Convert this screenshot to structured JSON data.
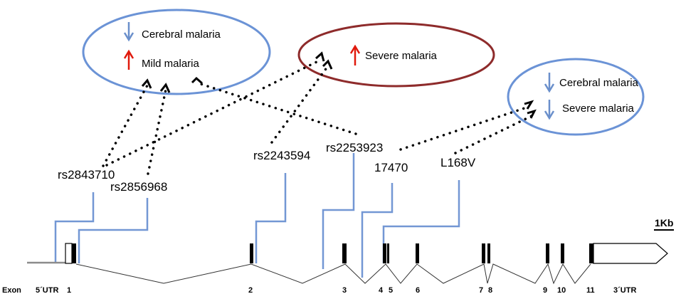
{
  "colors": {
    "blue_ellipse": "#6b93d6",
    "red_ellipse": "#8e2b2b",
    "connector_blue": "#7397d4",
    "arrow_up": "#e0190c",
    "arrow_down": "#6a8fcb",
    "gene_line": "#333333",
    "exon": "#000000"
  },
  "groups": {
    "left": {
      "items": [
        {
          "text": "Cerebral malaria",
          "direction": "down"
        },
        {
          "text": "Mild malaria",
          "direction": "up"
        }
      ]
    },
    "middle": {
      "items": [
        {
          "text": "Severe malaria",
          "direction": "up"
        }
      ]
    },
    "right": {
      "items": [
        {
          "text": "Cerebral malaria",
          "direction": "down"
        },
        {
          "text": "Severe malaria",
          "direction": "down"
        }
      ]
    }
  },
  "variants": [
    "rs2843710",
    "rs2856968",
    "rs2243594",
    "rs2253923",
    "17470",
    "L168V"
  ],
  "scale_label": "1Kb",
  "exon_row": {
    "label": "Exon",
    "utr5": "5´UTR",
    "utr3": "3´UTR",
    "numbers": [
      "1",
      "2",
      "3",
      "4",
      "5",
      "6",
      "7",
      "8",
      "9",
      "10",
      "11"
    ]
  }
}
